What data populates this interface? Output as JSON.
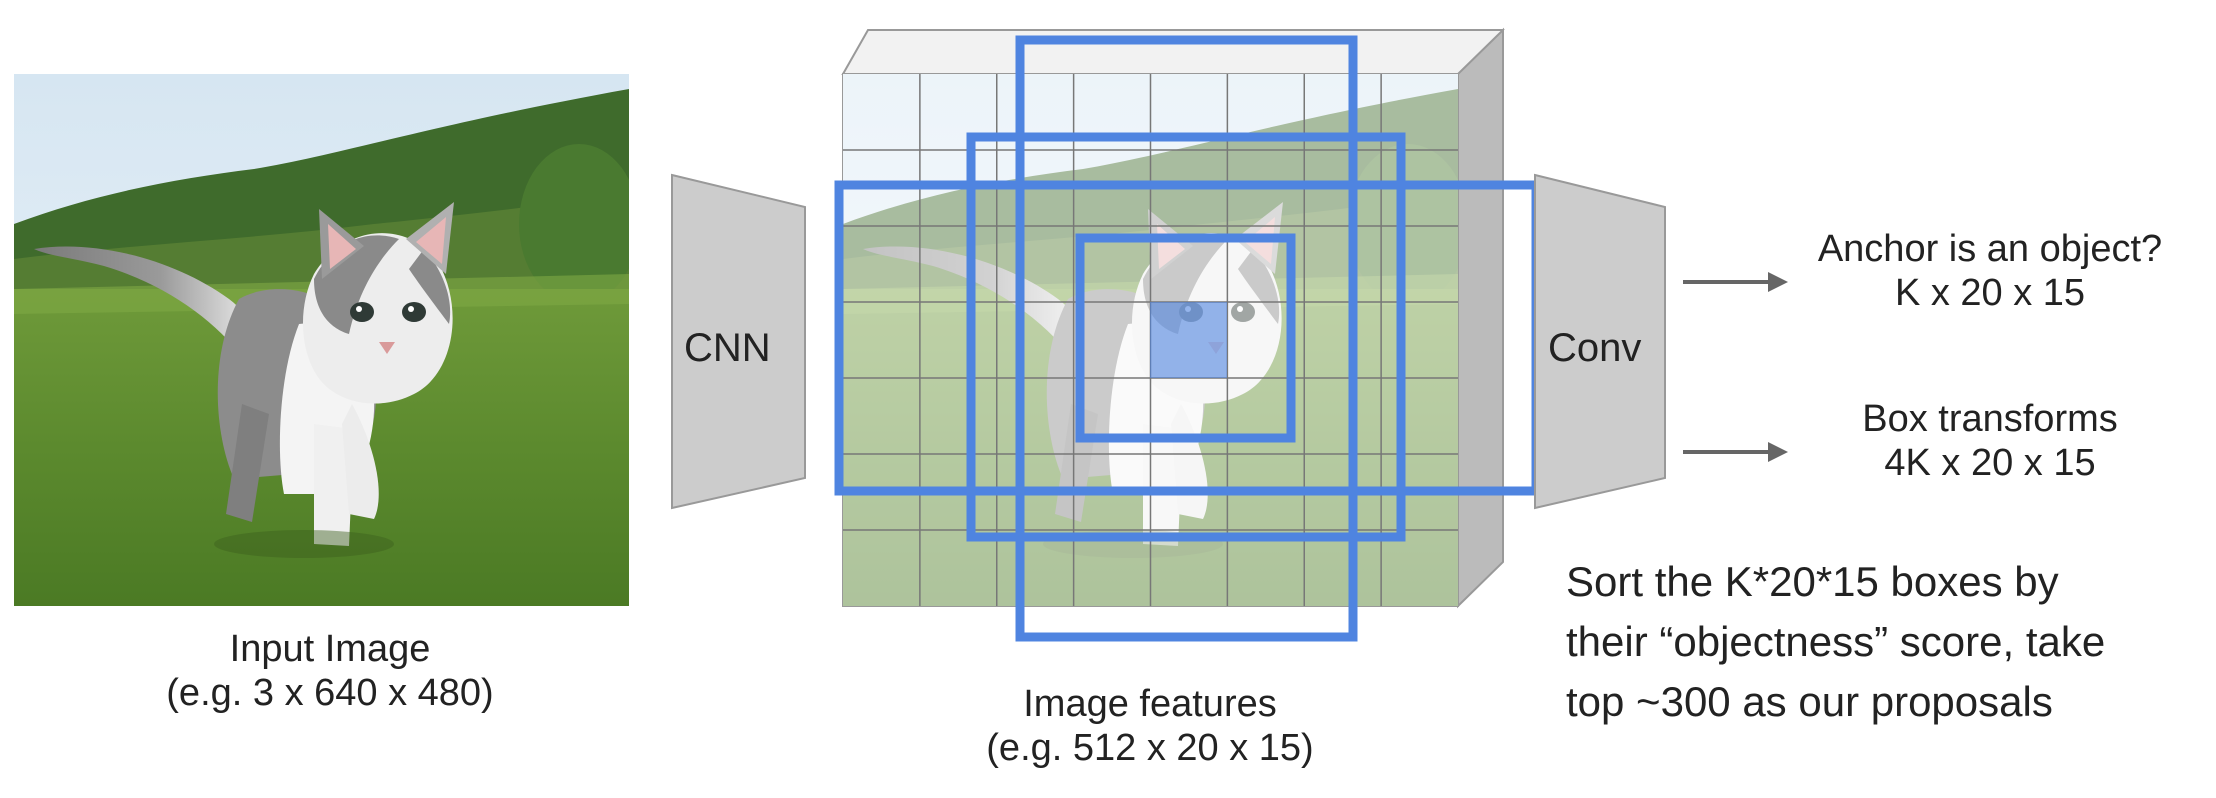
{
  "input_image": {
    "label_line1": "Input Image",
    "label_line2": "(e.g. 3 x 640 x 480)",
    "content": "kitten-photo"
  },
  "cnn": {
    "label": "CNN"
  },
  "features": {
    "label_line1": "Image features",
    "label_line2": "(e.g. 512 x 20 x 15)",
    "grid_cols": 8,
    "grid_rows": 7,
    "anchor_color": "#4f84e0",
    "box_fill": "#f2f2f2",
    "side_fill": "#bbbbbb"
  },
  "conv": {
    "label": "Conv"
  },
  "outputs": {
    "objectness_line1": "Anchor is an object?",
    "objectness_line2": "K x 20 x 15",
    "transforms_line1": "Box transforms",
    "transforms_line2": "4K x 20 x 15"
  },
  "note": {
    "line1": "Sort the K*20*15 boxes by",
    "line2": "their “objectness” score, take",
    "line3": "top ~300 as our proposals"
  },
  "colors": {
    "trapezoid_fill": "#cccccc",
    "trapezoid_stroke": "#999999",
    "arrow": "#666666",
    "text": "#222222"
  }
}
